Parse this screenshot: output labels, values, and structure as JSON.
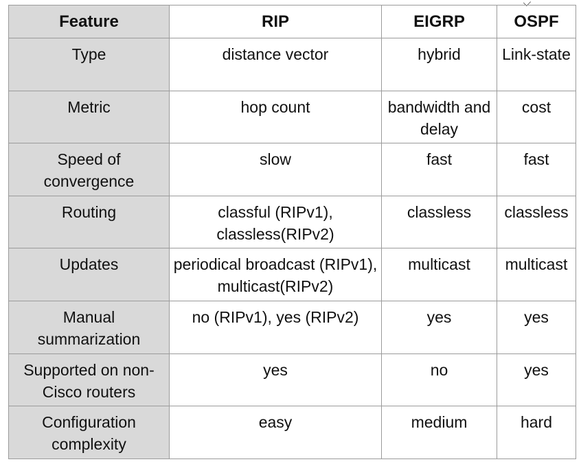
{
  "table": {
    "headers": [
      "Feature",
      "RIP",
      "EIGRP",
      "OSPF"
    ],
    "rows": [
      [
        "Type",
        "distance vector",
        "hybrid",
        "Link-state"
      ],
      [
        "Metric",
        "hop count",
        "bandwidth and delay",
        "cost"
      ],
      [
        "Speed of convergence",
        "slow",
        "fast",
        "fast"
      ],
      [
        "Routing",
        "classful (RIPv1), classless(RIPv2)",
        "classless",
        "classless"
      ],
      [
        "Updates",
        "periodical broadcast (RIPv1), multicast(RIPv2)",
        "multicast",
        "multicast"
      ],
      [
        "Manual summarization",
        "no (RIPv1), yes (RIPv2)",
        "yes",
        "yes"
      ],
      [
        "Supported on non-Cisco routers",
        "yes",
        "no",
        "yes"
      ],
      [
        "Configuration complexity",
        "easy",
        "medium",
        "hard"
      ]
    ]
  },
  "colors": {
    "feature_column_bg": "#d9d9d9",
    "grid_line": "#9a9a9a",
    "text": "#111111"
  }
}
